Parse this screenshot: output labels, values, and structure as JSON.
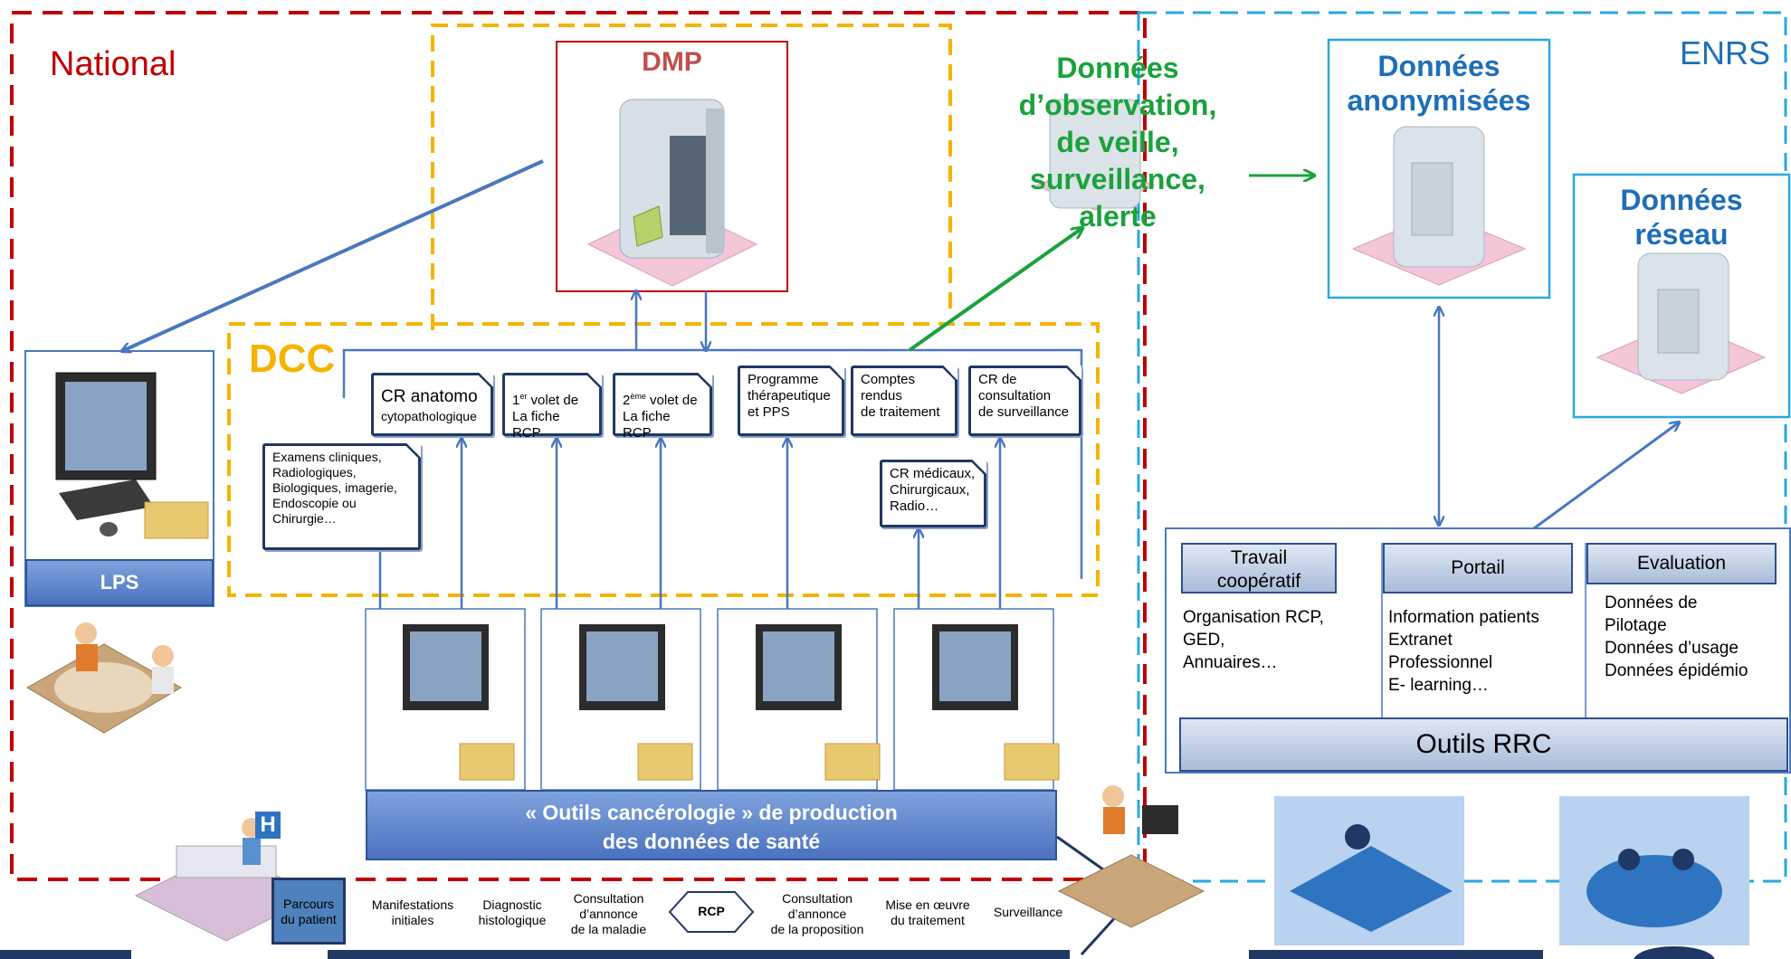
{
  "regions": {
    "national": "National",
    "enrs": "ENRS",
    "dcc": "DCC"
  },
  "dmp": {
    "title": "DMP"
  },
  "observation": {
    "text": "Données\nd’observation,\nde veille,\nsurveillance,\nalerte"
  },
  "anonymised": {
    "title": "Données\nanonymisées"
  },
  "network": {
    "title": "Données\nréseau"
  },
  "lps": {
    "label": "LPS"
  },
  "documents": [
    {
      "id": "exams",
      "text": "Examens cliniques,\nRadiologiques,\nBiologiques, imagerie,\nEndoscopie ou\nChirurgie…"
    },
    {
      "id": "anapath",
      "line1": "CR anatomo",
      "line2": "cytopathologique"
    },
    {
      "id": "rcp1",
      "sup": "er",
      "pre": "1",
      "line1": " volet de",
      "line2": "La fiche RCP"
    },
    {
      "id": "rcp2",
      "sup": "ème",
      "pre": "2",
      "line1": " volet de",
      "line2": "La fiche RCP"
    },
    {
      "id": "pps",
      "text": "Programme\nthérapeutique\net PPS"
    },
    {
      "id": "treatment",
      "text": "Comptes\nrendus\nde traitement"
    },
    {
      "id": "followup",
      "text": "CR de\nconsultation\nde surveillance"
    },
    {
      "id": "medical",
      "text": "CR médicaux,\nChirurgicaux,\nRadio…"
    }
  ],
  "production_bar": {
    "line1": "« Outils cancérologie » de production",
    "line2": "des données de santé"
  },
  "rrc_tools": {
    "columns": [
      {
        "header": "Travail\ncoopératif",
        "body": "Organisation RCP,\nGED,\nAnnuaires…"
      },
      {
        "header": "Portail",
        "body": "Information patients\nExtranet\nProfessionnel\nE- learning…"
      },
      {
        "header": "Evaluation",
        "body": "Données de\nPilotage\nDonnées d’usage\nDonnées épidémio"
      }
    ],
    "footer": "Outils RRC"
  },
  "pathway": {
    "steps": [
      "Parcours\ndu patient",
      "Manifestations\ninitiales",
      "Diagnostic\nhistologique",
      "Consultation\nd’annonce\nde la maladie",
      "RCP",
      "Consultation\nd’annonce\nde la proposition",
      "Mise en œuvre\ndu traitement",
      "Surveillance"
    ]
  },
  "hospital_sign": "H",
  "colors": {
    "national": "#c00000",
    "dcc": "#f5b400",
    "enrs": "#29a8e0",
    "observation_green": "#1aa23c",
    "store_blue": "#1f6fb8",
    "arrow_blue": "#4a78c0"
  }
}
